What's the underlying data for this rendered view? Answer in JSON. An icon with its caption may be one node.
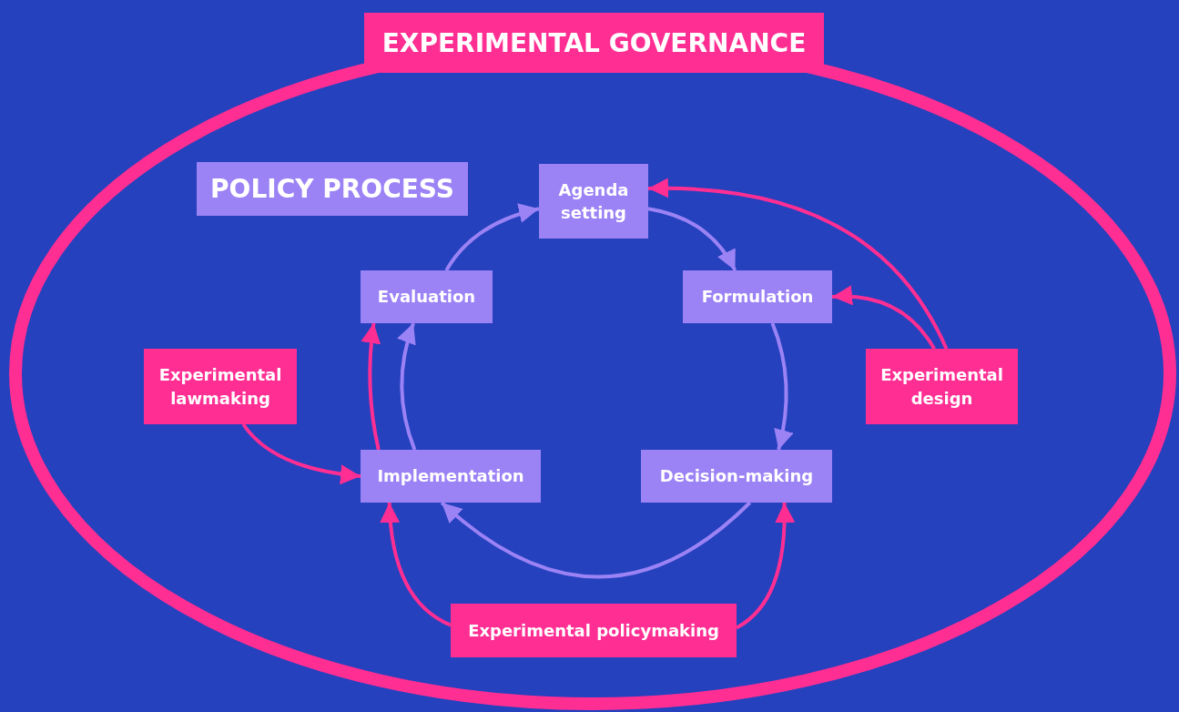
{
  "diagram": {
    "nodes": [
      {
        "text": [
          "EXPERIMENTAL GOVERNANCE"
        ]
      },
      {
        "text": [
          "POLICY PROCESS"
        ],
        "in": 0
      },
      {
        "text": [
          "Agenda setting"
        ],
        "in": 0
      },
      {
        "text": [
          "Formulation"
        ],
        "in": 0
      },
      {
        "text": [
          "Decision-making"
        ],
        "in": 0
      },
      {
        "text": [
          "Implementation"
        ],
        "in": 0
      },
      {
        "text": [
          "Evaluation"
        ],
        "in": 0
      },
      {
        "text": [
          "Experimental lawmaking"
        ],
        "in": 0
      },
      {
        "text": [
          "Experimental design"
        ],
        "in": 0
      },
      {
        "text": [
          "Experimental policymaking"
        ],
        "in": 0
      }
    ],
    "edges": [
      {
        "from": 2,
        "to": 3,
        "arrow": "to",
        "color": "#9b82f5"
      },
      {
        "from": 3,
        "to": 4,
        "arrow": "to",
        "color": "#9b82f5"
      },
      {
        "from": 4,
        "to": 5,
        "arrow": "to",
        "color": "#9b82f5"
      },
      {
        "from": 5,
        "to": 6,
        "arrow": "to",
        "color": "#9b82f5"
      },
      {
        "from": 6,
        "to": 2,
        "arrow": "to",
        "color": "#9b82f5"
      },
      {
        "from": 8,
        "to": 2,
        "arrow": "to"
      },
      {
        "from": 8,
        "to": 3,
        "arrow": "to"
      },
      {
        "from": 7,
        "to": 5,
        "arrow": "to"
      },
      {
        "from": 9,
        "to": 5,
        "arrow": "to"
      },
      {
        "from": 9,
        "to": 4,
        "arrow": "to"
      },
      {
        "from": 5,
        "to": 6,
        "arrow": "to"
      }
    ]
  }
}
